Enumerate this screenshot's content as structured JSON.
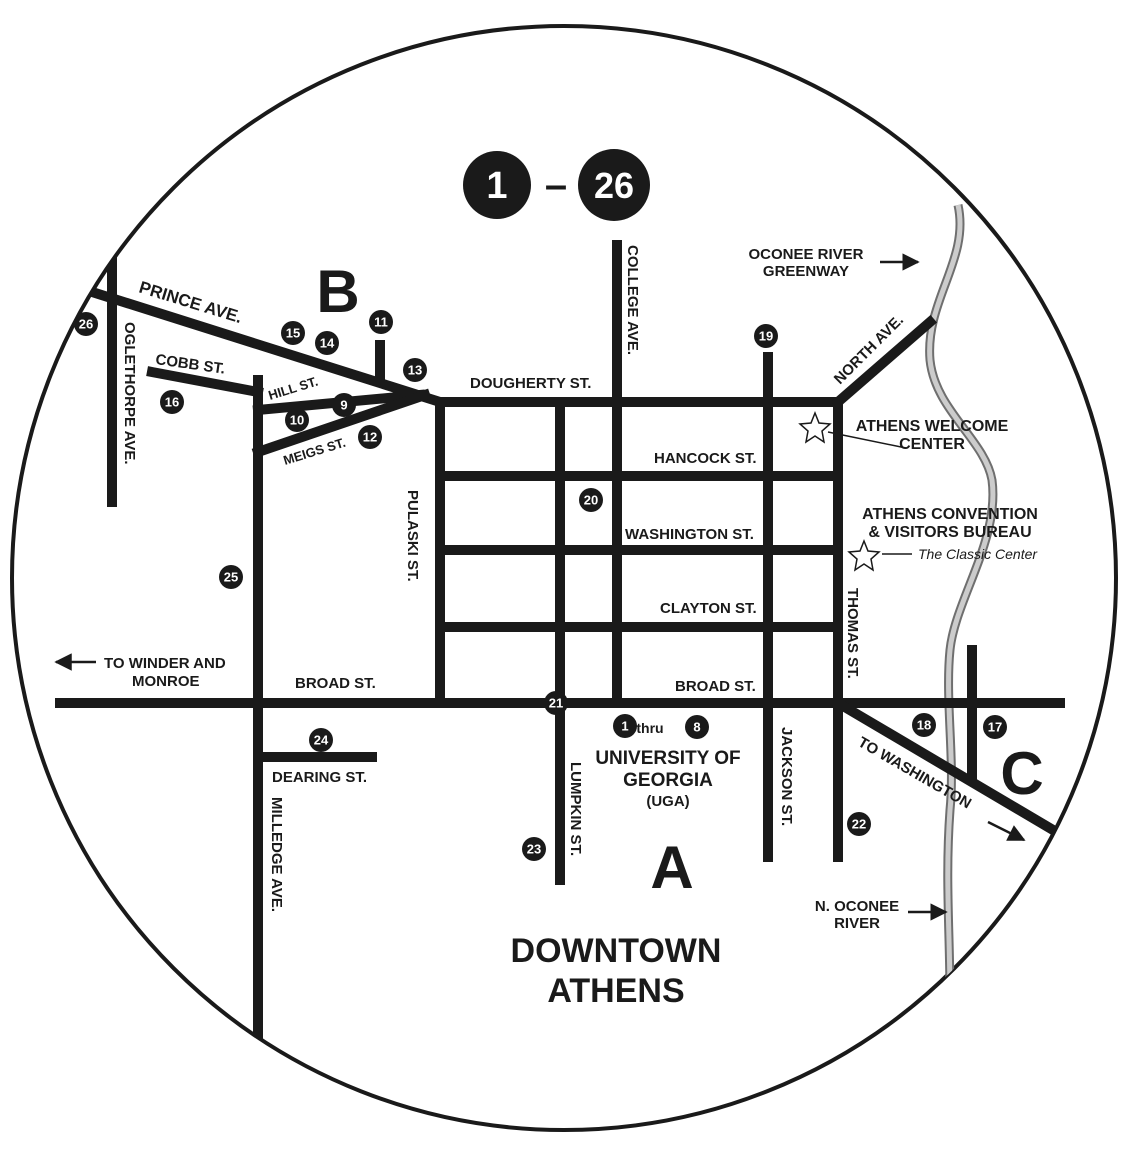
{
  "title": {
    "from": "1",
    "dash": "–",
    "to": "26"
  },
  "streets": {
    "prince": "PRINCE AVE.",
    "cobb": "COBB ST.",
    "hill": "HILL ST.",
    "meigs": "MEIGS ST.",
    "oglethorpe": "OGLETHORPE AVE.",
    "dougherty": "DOUGHERTY ST.",
    "college": "COLLEGE AVE.",
    "north": "NORTH AVE.",
    "hancock": "HANCOCK ST.",
    "washington": "WASHINGTON ST.",
    "clayton": "CLAYTON ST.",
    "broad_w": "BROAD ST.",
    "broad_e": "BROAD ST.",
    "pulaski": "PULASKI ST.",
    "thomas": "THOMAS ST.",
    "jackson": "JACKSON ST.",
    "lumpkin": "LUMPKIN ST.",
    "milledge": "MILLEDGE AVE.",
    "dearing": "DEARING ST.",
    "to_washington": "TO WASHINGTON"
  },
  "labels": {
    "winder_1": "TO WINDER AND",
    "winder_2": "MONROE",
    "greenway_1": "OCONEE RIVER",
    "greenway_2": "GREENWAY",
    "welcome_1": "ATHENS WELCOME",
    "welcome_2": "CENTER",
    "bureau_1": "ATHENS CONVENTION",
    "bureau_2": "& VISITORS BUREAU",
    "classic": "The Classic Center",
    "uga_1": "UNIVERSITY OF",
    "uga_2": "GEORGIA",
    "uga_3": "(UGA)",
    "thru": "thru",
    "river_1": "N. OCONEE",
    "river_2": "RIVER",
    "downtown_1": "DOWNTOWN",
    "downtown_2": "ATHENS"
  },
  "zones": {
    "a": "A",
    "b": "B",
    "c": "C"
  },
  "markers": [
    "26",
    "15",
    "14",
    "11",
    "13",
    "16",
    "10",
    "9",
    "12",
    "19",
    "20",
    "25",
    "21",
    "1",
    "8",
    "24",
    "23",
    "18",
    "17",
    "22"
  ],
  "colors": {
    "ink": "#1a1a1a",
    "river": "#b3b3b3",
    "paper": "#ffffff"
  }
}
